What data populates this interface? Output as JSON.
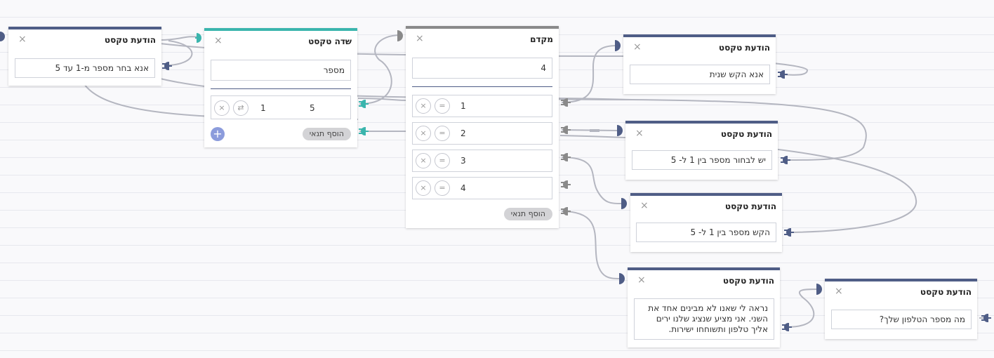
{
  "colors": {
    "navy": "#4f5d86",
    "teal": "#3ab5ad",
    "grey": "#8a8a8a",
    "wire": "#b4b6c0"
  },
  "close_glyph": "×",
  "remove_glyph": "×",
  "equals_glyph": "=",
  "filter_glyph": "⇄",
  "plus_glyph": "+",
  "nodes": {
    "msg_choose": {
      "title": "הודעת טקסט",
      "text": "אנא בחר מספר מ-1 עד 5"
    },
    "text_field": {
      "title": "שדה טקסט",
      "field": "מספר",
      "conditions": [
        {
          "value": "5",
          "range": "1"
        }
      ],
      "add_condition": "הוסף תנאי"
    },
    "advanced": {
      "title": "מקדם",
      "field": "4",
      "options": [
        "1",
        "2",
        "3",
        "4"
      ],
      "add_condition": "הוסף תנאי"
    },
    "msg_again": {
      "title": "הודעת טקסט",
      "text": "אנא הקש שנית"
    },
    "msg_between": {
      "title": "הודעת טקסט",
      "text": "יש לבחור מספר בין 1 ל- 5"
    },
    "msg_enter": {
      "title": "הודעת טקסט",
      "text": "הקש מספר בין 1 ל- 5"
    },
    "msg_misunderstand": {
      "title": "הודעת טקסט",
      "text": "נראה לי שאנו לא מבינים אחד את השני. אני מציע שנציג שלנו ירים אליך טלפון ותשוחחו ישירות."
    },
    "msg_phone": {
      "title": "הודעת טקסט",
      "text": "מה מספר הטלפון שלך?"
    }
  }
}
